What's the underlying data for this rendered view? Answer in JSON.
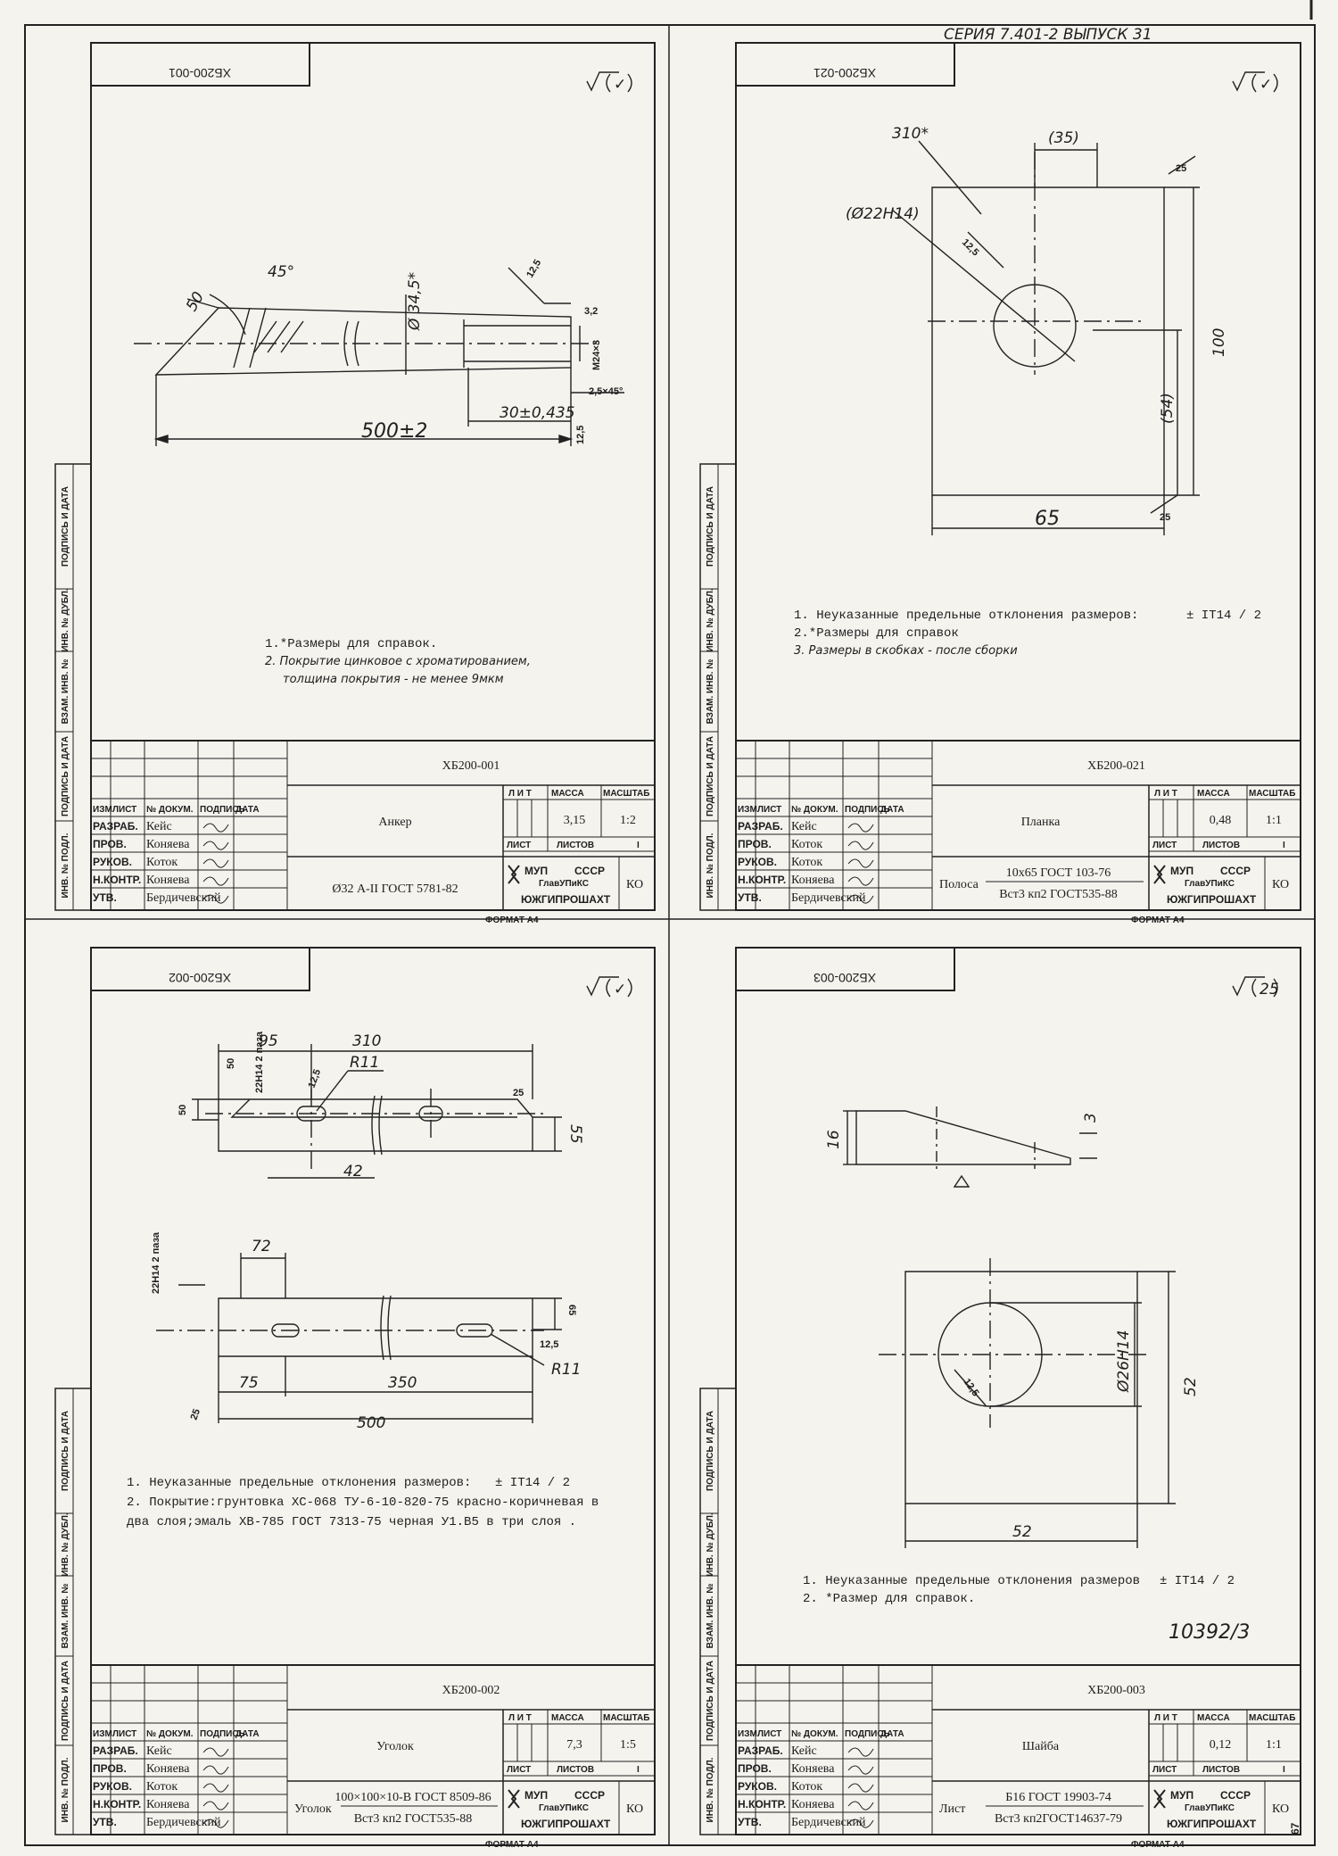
{
  "series": {
    "label": "СЕРИЯ 7.401-2 ВЫПУСК 31"
  },
  "document_number": "10392/3",
  "sheet_index": "67",
  "side_strip": {
    "inv_orig": "ИНВ. № ПОДЛ.",
    "sign_date": "ПОДПИСЬ И ДАТА",
    "replaces": "ВЗАМ. ИНВ. №",
    "inv_dub": "ИНВ. № ДУБЛ.",
    "sign_date2": "ПОДПИСЬ И ДАТА"
  },
  "common": {
    "h_izm": "ИЗМ",
    "h_list": "ЛИСТ",
    "h_doc": "№ ДОКУМ.",
    "h_sign": "ПОДПИСЬ",
    "h_date": "ДАТА",
    "r_razrab": "РАЗРАБ.",
    "r_prov": "ПРОВ.",
    "r_ruk": "РУКОВ.",
    "r_nkontr": "Н.КОНТР.",
    "r_utv": "УТВ.",
    "h_lit": "Л И Т",
    "h_massa": "МАССА",
    "h_masshtab": "МАСШТАБ",
    "h_sheet": "ЛИСТ",
    "h_sheets": "ЛИСТОВ",
    "sheets_count": "I",
    "org_line1": "МУП",
    "org_line2": "СССР",
    "org_line3": "ГлавУПиКС",
    "org_line4": "ЮЖГИПРОШАХТ",
    "org_code": "КО",
    "format": "ФОРМАТ А4"
  },
  "sheets": [
    {
      "code": "ХБ200-001",
      "code_mirrored": "ХБ200-001",
      "name": "Анкер",
      "mass": "3,15",
      "scale": "1:2",
      "material": "Ø32 А-II ГОСТ 5781-82",
      "material2": "",
      "people": [
        "Кейс",
        "Коняева",
        "Коток",
        "Коняева",
        "Бердичевский"
      ],
      "rough": "✓",
      "dims": [
        "45°",
        "50",
        "Ø 34,5*",
        "12,5",
        "3,2",
        "М24×3",
        "2,5×45°",
        "30±0,435",
        "12,5",
        "500±2"
      ],
      "notes": [
        "1.*Размеры для справок.",
        "2. Покрытие цинковое с хроматированием,",
        "толщина покрытия - не менее 9мкм"
      ]
    },
    {
      "code": "ХБ200-021",
      "code_mirrored": "ХБ200-021",
      "name": "Планка",
      "mass": "0,48",
      "scale": "1:1",
      "material": "Полоса",
      "material_top": "10х65 ГОСТ 103-76",
      "material2": "Вст3 кп2 ГОСТ535-88",
      "people": [
        "Кейс",
        "Коток",
        "Коток",
        "Коняева",
        "Бердичевский"
      ],
      "rough": "✓",
      "dims": [
        "310*",
        "(35)",
        "(Ø22Н14)",
        "12,5",
        "25",
        "100",
        "(54)",
        "65",
        "25"
      ],
      "notes": [
        "1. Неуказанные предельные отклонения размеров:",
        "2.*Размеры для справок",
        "3. Размеры в скобках - после сборки"
      ],
      "tol": "± IT14 / 2"
    },
    {
      "code": "ХБ200-002",
      "code_mirrored": "ХБ200-002",
      "name": "Уголок",
      "mass": "7,3",
      "scale": "1:5",
      "material": "Уголок",
      "material_top": "100×100×10-В ГОСТ 8509-86",
      "material2": "Вст3 кп2 ГОСТ535-88",
      "people": [
        "Кейс",
        "Коняева",
        "Коток",
        "Коняева",
        "Бердичевский"
      ],
      "rough": "✓",
      "dims": [
        "95",
        "310",
        "50",
        "22Н14 2 паза",
        "12,5",
        "R11",
        "25",
        "50",
        "55",
        "42",
        "72",
        "22Н14 2 паза",
        "65",
        "12,5",
        "R11",
        "75",
        "350",
        "25",
        "500"
      ],
      "notes": [
        "1. Неуказанные предельные отклонения размеров:",
        "2. Покрытие:грунтовка ХС-068 ТУ-6-10-820-75 красно-коричневая в",
        "два слоя;эмаль ХВ-785 ГОСТ 7313-75 черная У1.В5 в три слоя ."
      ],
      "tol": "± IT14 / 2"
    },
    {
      "code": "ХБ200-003",
      "code_mirrored": "ХБ200-003",
      "name": "Шайба",
      "mass": "0,12",
      "scale": "1:1",
      "material": "Лист",
      "material_top": "Б16 ГОСТ 19903-74",
      "material2": "Вст3 кп2ГОСТ14637-79",
      "people": [
        "Кейс",
        "Коняева",
        "Коток",
        "Коняева",
        "Бердичевский"
      ],
      "rough": "25",
      "dims": [
        "16",
        "3",
        "Ø26Н14",
        "12,5",
        "52",
        "52"
      ],
      "notes": [
        "1. Неуказанные предельные отклонения размеров",
        "2. *Размер для справок."
      ],
      "tol": "± IT14 / 2"
    }
  ]
}
